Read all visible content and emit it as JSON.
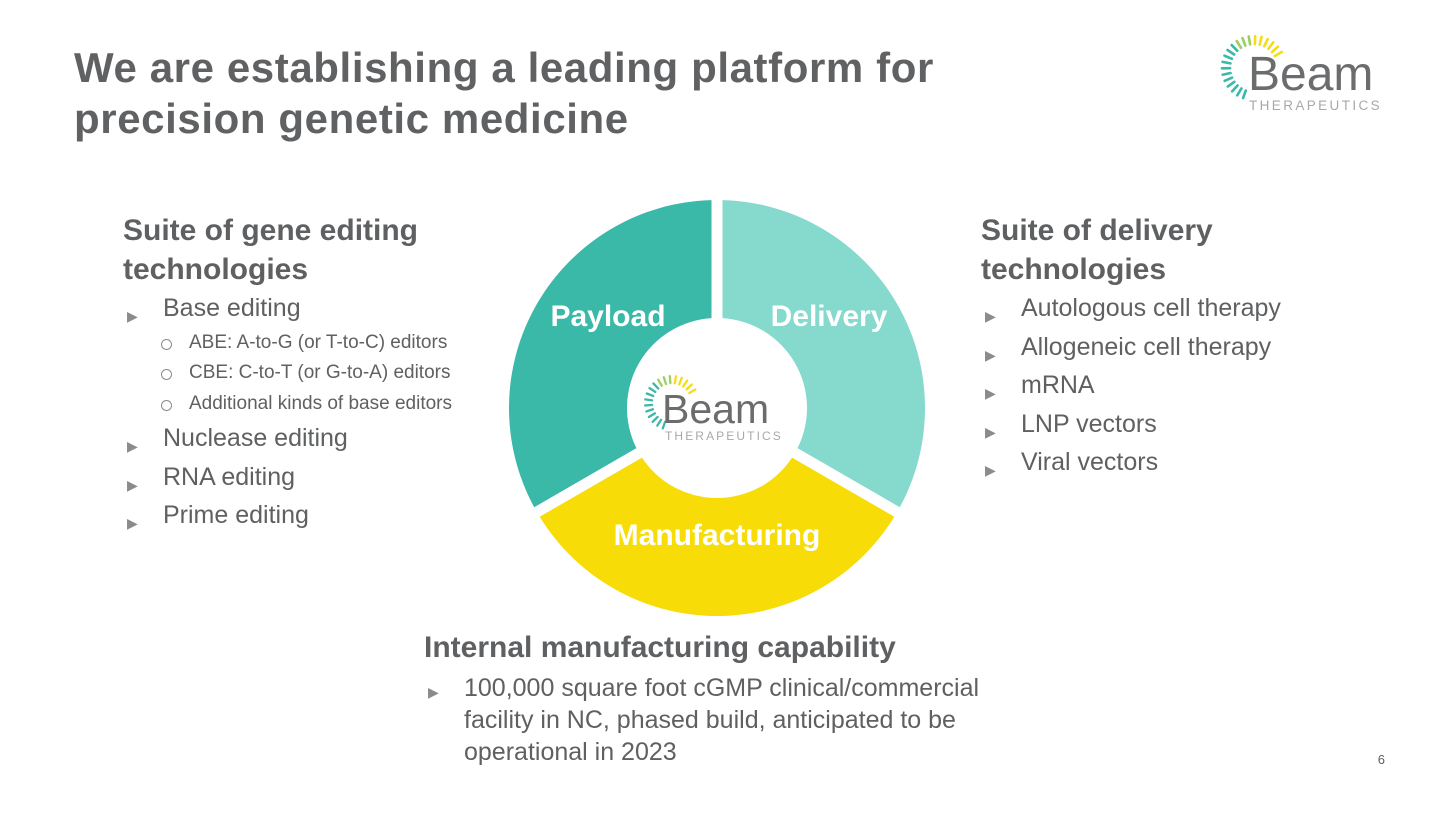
{
  "title": "We are establishing a leading platform for precision genetic medicine",
  "logo": {
    "word": "Beam",
    "sub": "THERAPEUTICS",
    "colors": {
      "teal": "#3ab8a8",
      "yellow": "#f4dc1a",
      "green": "#9bcf60",
      "gray": "#6b6c6e"
    }
  },
  "diagram": {
    "segments": [
      {
        "label": "Payload",
        "color": "#3ab8a8"
      },
      {
        "label": "Delivery",
        "color": "#85d9cd"
      },
      {
        "label": "Manufacturing",
        "color": "#f7dc07"
      }
    ],
    "center_logo": {
      "word": "Beam",
      "sub": "THERAPEUTICS"
    }
  },
  "left": {
    "heading": "Suite of gene editing technologies",
    "items": [
      {
        "text": "Base editing",
        "sub": [
          "ABE: A-to-G (or T-to-C) editors",
          "CBE: C-to-T (or G-to-A) editors",
          "Additional kinds of base editors"
        ]
      },
      {
        "text": "Nuclease editing"
      },
      {
        "text": "RNA editing"
      },
      {
        "text": "Prime editing"
      }
    ]
  },
  "right": {
    "heading": "Suite of delivery technologies",
    "items": [
      "Autologous cell therapy",
      "Allogeneic cell therapy",
      "mRNA",
      "LNP vectors",
      "Viral vectors"
    ]
  },
  "bottom": {
    "heading": "Internal manufacturing capability",
    "items": [
      "100,000 square foot cGMP clinical/commercial facility in NC, phased build, anticipated to be operational in 2023"
    ]
  },
  "page_number": "6",
  "colors": {
    "text": "#5f6062",
    "bullet": "#8a8b8d"
  }
}
